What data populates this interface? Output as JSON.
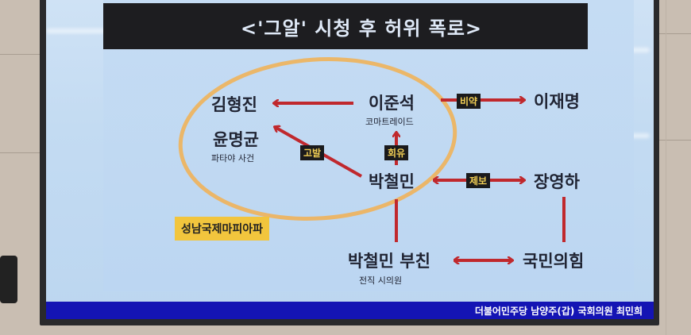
{
  "slide": {
    "title": "<'그알' 시청 후 허위 폭로>",
    "nodes": {
      "kim_hyungjin": "김형진",
      "lee_junseok": "이준석",
      "lee_junseok_sub": "코마트레이드",
      "lee_jaemyung": "이재명",
      "yoon_myunggyun": "윤명균",
      "yoon_myunggyun_sub": "파타야 사건",
      "park_cheolmin": "박철민",
      "jang_younghA": "장영하",
      "park_father": "박철민 부친",
      "park_father_sub": "전직 시의원",
      "ppp": "국민의힘"
    },
    "edge_labels": {
      "bias": "비약",
      "accuse": "고발",
      "persuade": "회유",
      "tip": "제보"
    },
    "group_label": "성남국제마피아파",
    "colors": {
      "arrow": "#c0282d",
      "ellipse": "#f0b35a",
      "tag_bg": "#1a1a1c",
      "tag_text": "#f2cf55",
      "group_bg": "#f2c53d",
      "footer_bg": "#1414b4"
    }
  },
  "footer": {
    "text": "더불어민주당 남양주(갑) 국회의원 최민희"
  }
}
